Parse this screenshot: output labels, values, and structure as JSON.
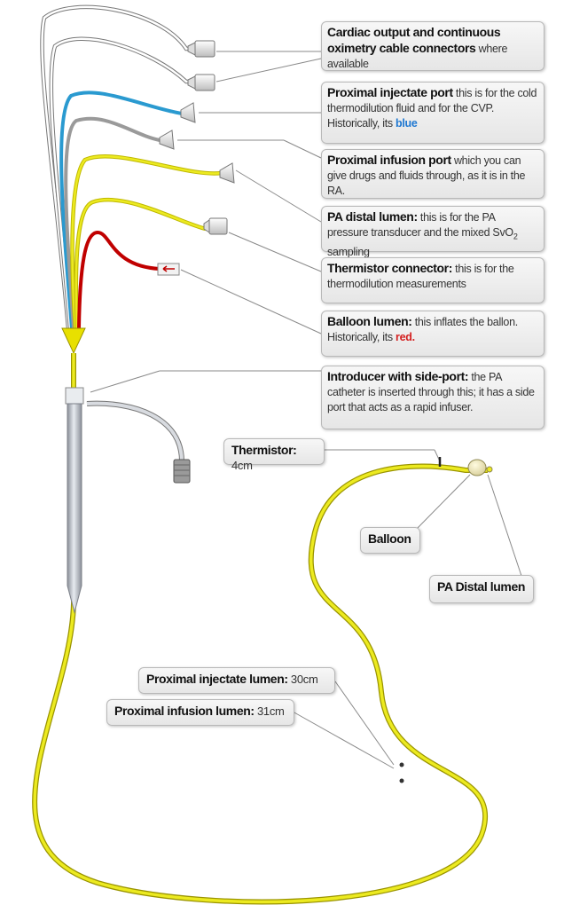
{
  "callouts": {
    "cable": {
      "title": "Cardiac output and continuous oximetry cable connectors",
      "desc": "where available"
    },
    "injectate_port": {
      "title": "Proximal injectate port",
      "desc": "this is for the cold thermodilution fluid and for the CVP. Historically, its",
      "highlight": "blue"
    },
    "infusion_port": {
      "title": "Proximal infusion port",
      "desc": "which you can give drugs and fluids through, as it is in the RA."
    },
    "pa_distal": {
      "title": "PA distal lumen:",
      "desc": "this is for the PA pressure transducer and the mixed SvO",
      "sub": "2",
      "desc2": "sampling"
    },
    "thermistor_conn": {
      "title": "Thermistor connector:",
      "desc": "this is for the thermodilution measurements"
    },
    "balloon_lumen": {
      "title": "Balloon lumen:",
      "desc": "this inflates the ballon. Historically, its",
      "highlight": "red."
    },
    "introducer": {
      "title": "Introducer with side-port:",
      "desc": "the PA catheter is inserted through this; it has a side port that acts as a rapid infuser."
    },
    "thermistor": {
      "title": "Thermistor:",
      "value": "4cm"
    },
    "balloon": {
      "title": "Balloon"
    },
    "pa_tip": {
      "title": "PA Distal lumen"
    },
    "prox_injectate": {
      "title": "Proximal injectate lumen:",
      "value": "30cm"
    },
    "prox_infusion": {
      "title": "Proximal infusion lumen:",
      "value": "31cm"
    }
  },
  "colors": {
    "catheter_yellow": "#e8e000",
    "lumen_blue": "#2a9ad0",
    "lumen_red": "#c00000",
    "cable_white": "#ffffff",
    "port_grey": "#9a9a9a"
  }
}
